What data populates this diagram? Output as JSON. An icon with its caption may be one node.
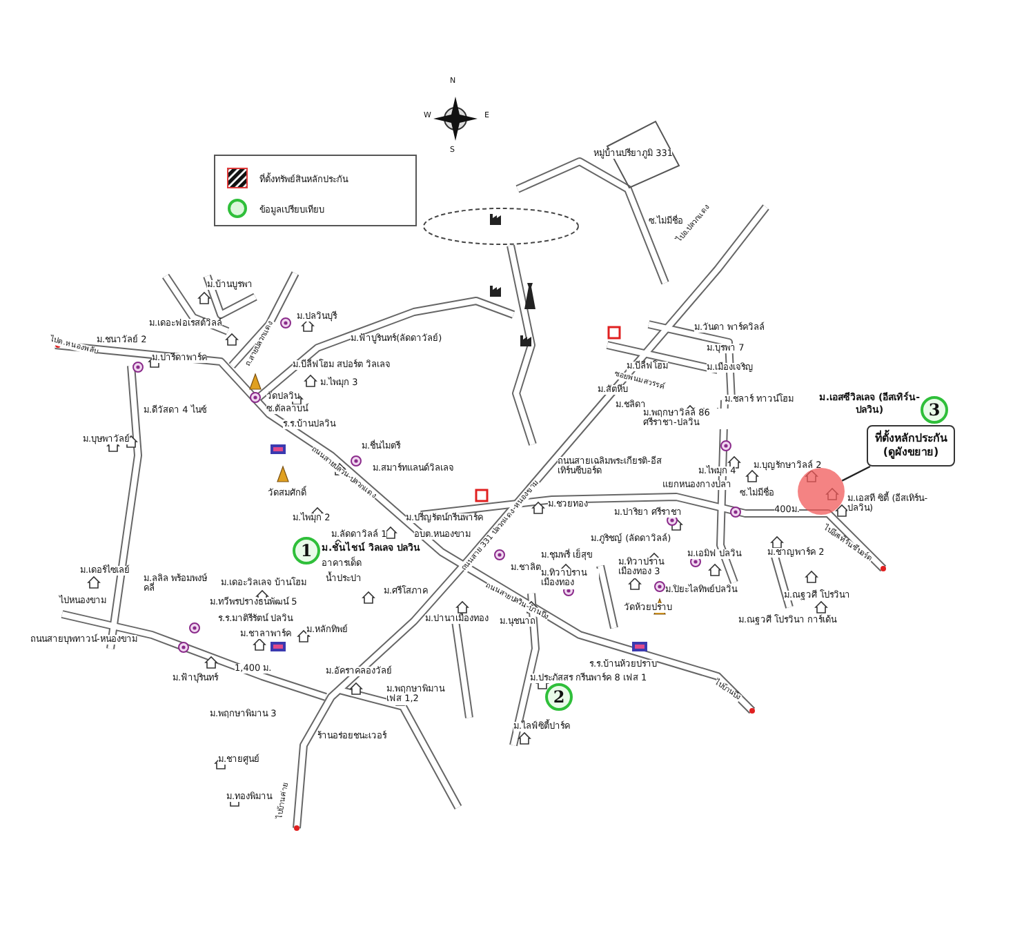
{
  "diagram": {
    "nodes": [
      {
        "text": [
          "1"
        ],
        "beside": [
          "ม.ชันไชน์ วิลเลจ ปลวิน"
        ]
      },
      {
        "text": [
          "2"
        ]
      },
      {
        "text": [
          "3"
        ],
        "beside": [
          "ม.เอสซีวิลเลจ (อีสเทิร์น-ปลวิน)"
        ]
      },
      {
        "text": [
          "ที่ตั้งหลักประกัน (ดูผังขยาย)"
        ]
      },
      {
        "text": [],
        "shape": "circle"
      }
    ],
    "edges": [
      {
        "from": 3,
        "to": 4,
        "arrow": "none"
      }
    ],
    "labels": [
      "N",
      "W",
      "E",
      "S",
      "หมู่บ้านปรียาภูมิ 331",
      "ซ.ไม่มีชื่อ",
      "ไปอ.ปลวกแดง",
      "ม.บ้านบูรพา",
      "ม.ปลวินบุรี",
      "ม.ฟ้าบูรินทร์(ลัดดาวัลย์)",
      "ม.เดอะฟอเรสต์วิลล์",
      "ม.ชนาวัลย์ 2",
      "ไปต.หนองพลับ",
      "ม.ปารีดาพาร์ค",
      "ถ.สายปลวกแดง",
      "ม.บีลีฟโฮม สปอร์ต วิลเลจ",
      "ม.ไพมุก 3",
      "วัดปลวิน",
      "ซ.ตัลลาบน์",
      "ร.ร.บ้านปลวิน",
      "ม.ดีวัสดา 4 ไนซ์",
      "ม.บุษพาวัลย์",
      "วัดสมศักดิ์",
      "ม.ชื่นไมตรี",
      "ม.สมาร์ทแลนด์วิลเลจ",
      "ถนนสายปลวิน-ปลวกแดง",
      "ม.ไพมุก 2",
      "ม.ปรีญรัตน์กรีนพาร์ค",
      "ม.ลัดดาวิลล์ 1",
      "อาคารเด็ด",
      "ม.เดอะวิลเลจ บ้านโฮม",
      "น้ำประปา",
      "ม.ศรีโสภาค",
      "ม.เดอร์ไซเลย์",
      "ไปหนองขาม",
      "ม.ลลิล พร้อมพงษ์คลี่",
      "ม.ทวีพรปรางธนพัฒน์ 5",
      "ร.ร.มาติรีรัตน์ ปลวิน",
      "ม.หลักทิพย์",
      "ม.ชาลาพาร์ค",
      "ถนนสายบุพทาวน์-หนองขาม",
      "ม.ฟ้าปุรินทร์",
      "1,400 ม.",
      "ม.อัคราคลองวัลย์",
      "ม.พฤกษาพิมาน เฟส 1,2",
      "ร้านอร่อยชนะเวอร์",
      "ม.พฤกษาพิมาน 3",
      "ม.ชายศูนย์",
      "ม.ทองพิมาน",
      "ไปบ้านค่าย",
      "ถนนสาย 331 ปลวกแดง-หนองขาม",
      "ถนนสายเฉลิมพระเกียรติ-อีสเทิร์นซีบอร์ด",
      "ม.ชวยทอง",
      "ม.ปาริยา ศรีราชา",
      "อบต.หนองขาม",
      "ม.ภูริชญ์ (ลัดดาวิลล์)",
      "ม.ชาลิต",
      "ม.ชุมพรี่ เย็สุข",
      "ม.ทิวาปราน เมืองทอง",
      "ม.ทิวาปราน เมืองทอง 3",
      "ม.เอมิฟ ปลวิน",
      "ม.ปิยะไลทิพย์ปลวิน",
      "วัดห้วยปราบ",
      "ม.นุชนาถ",
      "ม.ปานาเมืองทอง",
      "ถนนสายปลวิน-บ้านบึง",
      "ร.ร.บ้านห้วยปราบ",
      "ไปบ้านบึง",
      "ม.ประภัสสร กรีนพาร์ค 8 เฟส 1",
      "ม.ไลฟ์ซิตี้ปาร์ค",
      "ม.วันดา พาร์ควิลล์",
      "ม.บุรพา 7",
      "ม.บีลีฟโฮม",
      "ม.เมืองเจริญ",
      "ซอยพนมสวรรค์",
      "ม.สัตหีบ",
      "ม.ชลิดา",
      "ม.พฤกษาวิลล์ 86 ศรีราชา-ปลวิน",
      "ม.ชลาร์ ทาวน์โฮม",
      "ม.ไพมุก 4",
      "ม.บุญรักษาวิลล์ 2",
      "แยกหนองกางปลา",
      "ซ.ไม่มีชื่อ",
      "400ม.",
      "ม.เอสที ซิตี้ (อีสเทิร์น-ปลวิน)",
      "ไปอีสเทิร์นซีบอร์ด",
      "ม.ชาญพาร์ค 2",
      "ม.ณฐวศี โปรวินา",
      "ม.ณฐวศี โปรวินา การ์เด้น"
    ],
    "legend": [
      {
        "text": "ที่ตั้งทรัพย์สินหลักประกัน",
        "color": "#e03a3a"
      },
      {
        "text": "ข้อมูลเปรียบเทียบ"
      }
    ]
  }
}
